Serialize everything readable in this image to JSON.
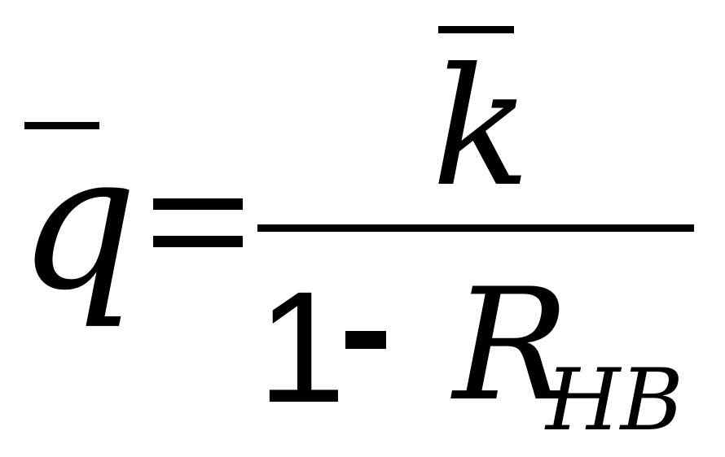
{
  "formula": {
    "lhs": "q",
    "equals": "=",
    "numerator": "k",
    "denominator_one": "1",
    "denominator_minus": "-",
    "denominator_symbol": "R",
    "denominator_subscript": "HB"
  }
}
